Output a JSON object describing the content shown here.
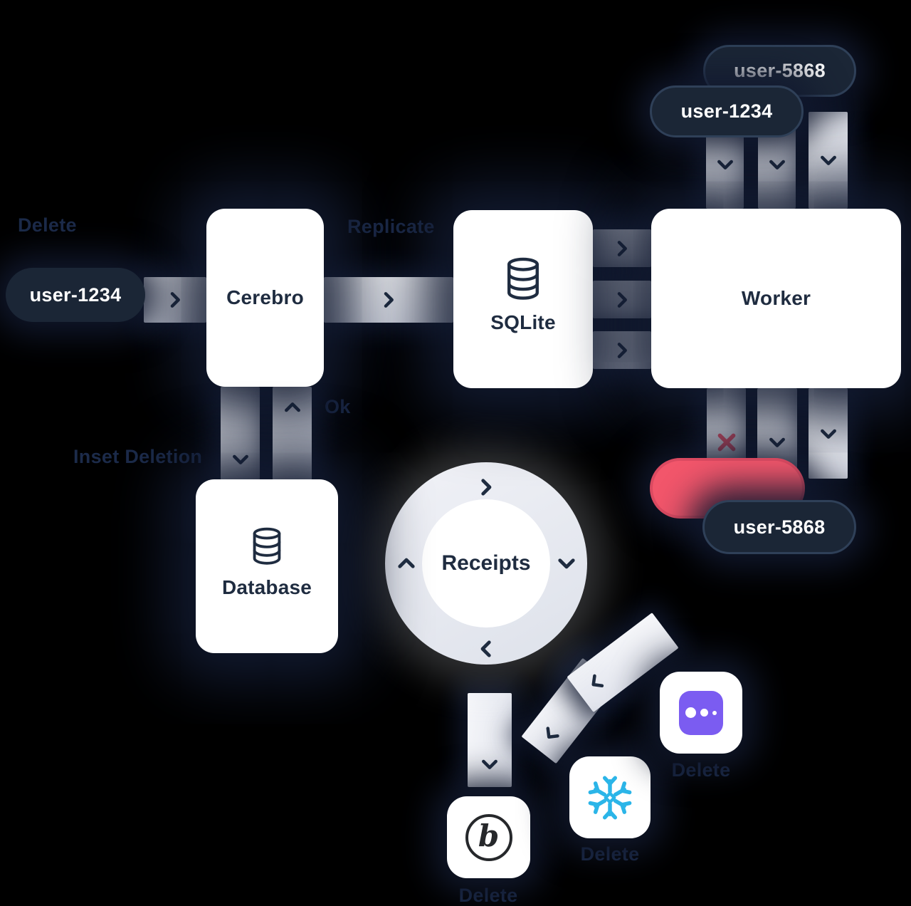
{
  "colors": {
    "background": "#000000",
    "navy": "#1f2c40",
    "label": "#1c2b4a",
    "pill_bg": "#1b2636",
    "pill_border": "#2f4058",
    "pill_text": "#ffffff",
    "bar_light": "#f6f7fa",
    "bar_dark": "#e0e3ec",
    "box_bg": "#ffffff",
    "red": "#f2566b",
    "red_border": "#db4a61",
    "purple": "#7b5cf1",
    "snowflake_blue": "#2bb5e8",
    "braze_dark": "#26282b"
  },
  "labels": {
    "delete_top_left": "Delete",
    "replicate": "Replicate",
    "ok": "Ok",
    "inset_deletion": "Inset Deletion",
    "delete_braze": "Delete",
    "delete_snowflake": "Delete",
    "delete_dots_app": "Delete"
  },
  "pills": {
    "source_user": "user-1234",
    "queued_user_back": "user-5868",
    "queued_user_front": "user-1234",
    "rejected_user": "user-5868"
  },
  "nodes": {
    "cerebro": "Cerebro",
    "sqlite": "SQLite",
    "worker": "Worker",
    "database": "Database",
    "receipts": "Receipts"
  },
  "icons": {
    "braze_letter": "b",
    "database": "database-cylinder-icon",
    "snowflake": "snowflake-icon",
    "dots_app": "three-dots-app-icon",
    "reject": "x-icon",
    "flow": "chevron-icon"
  }
}
